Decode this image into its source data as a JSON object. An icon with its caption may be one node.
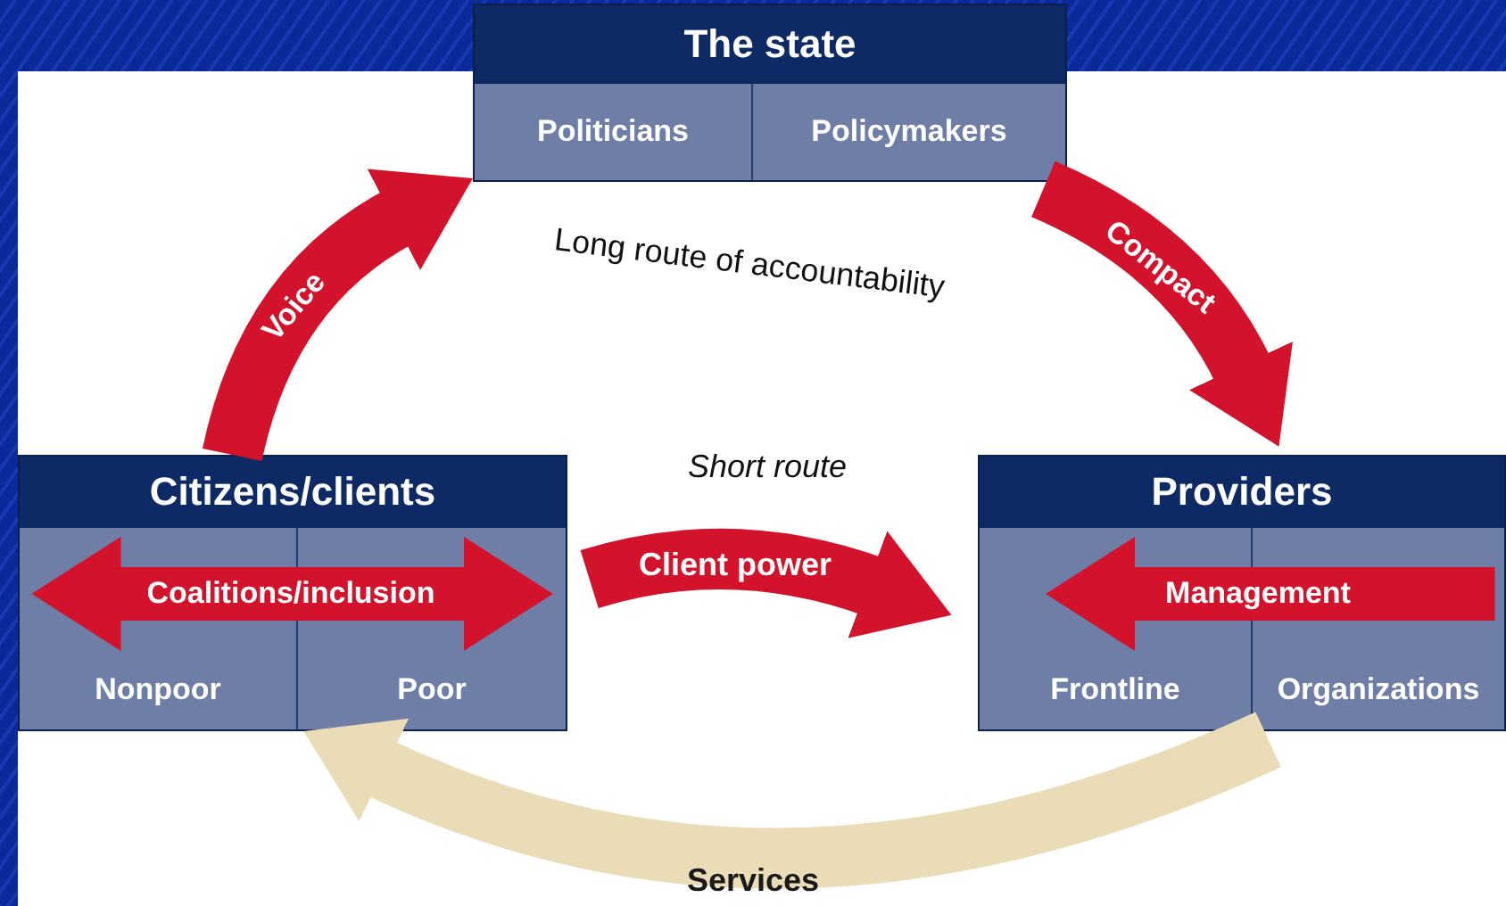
{
  "diagram": {
    "nodes": [
      {
        "text": [
          "The state"
        ]
      },
      {
        "text": [
          "Politicians"
        ],
        "in": 0
      },
      {
        "text": [
          "Policymakers"
        ],
        "in": 0
      },
      {
        "text": [
          "Citizens/clients"
        ]
      },
      {
        "text": [
          "Nonpoor"
        ],
        "in": 3
      },
      {
        "text": [
          "Poor"
        ],
        "in": 3
      },
      {
        "text": [
          "Providers"
        ]
      },
      {
        "text": [
          "Frontline"
        ],
        "in": 6
      },
      {
        "text": [
          "Organizations"
        ],
        "in": 6
      }
    ],
    "edges": [
      {
        "from": 3,
        "to": 0,
        "arrow": "to",
        "label": "Voice"
      },
      {
        "from": 0,
        "to": 6,
        "arrow": "to",
        "label": "Compact"
      },
      {
        "from": 3,
        "to": 6,
        "arrow": "to",
        "label": "Client power"
      },
      {
        "from": 6,
        "to": 3,
        "arrow": "to",
        "label": "Services",
        "color": "#e9dcb6"
      },
      {
        "from": 4,
        "to": 5,
        "arrow": "both",
        "label": "Coalitions/inclusion"
      },
      {
        "from": 8,
        "to": 7,
        "arrow": "to",
        "label": "Management"
      }
    ],
    "labels": [
      "Long route of accountability",
      "Short route"
    ]
  }
}
